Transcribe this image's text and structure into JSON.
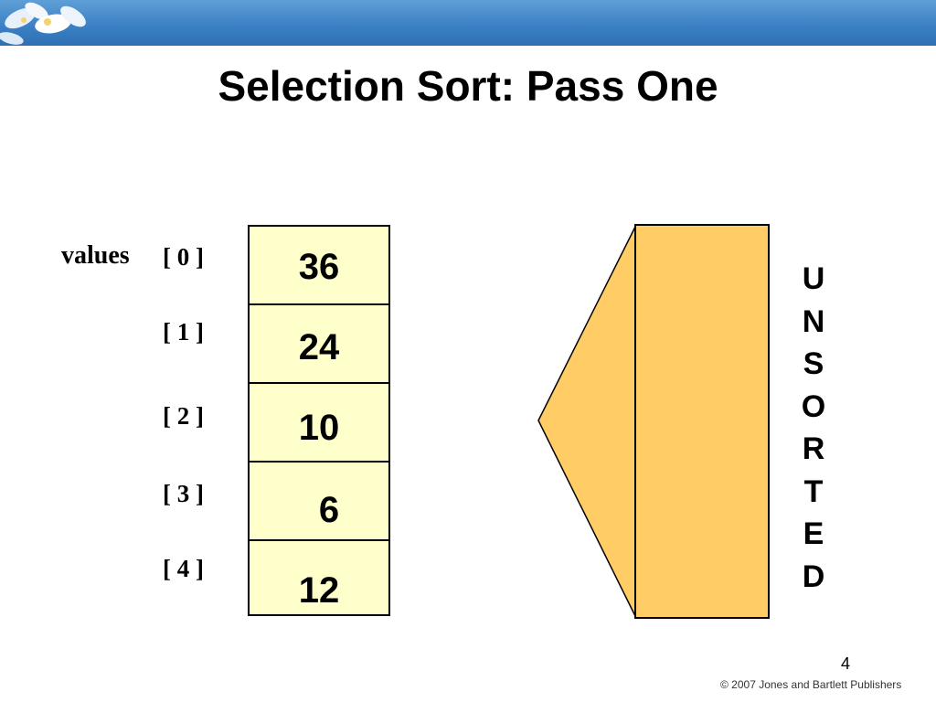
{
  "slide": {
    "title": "Selection Sort: Pass One",
    "page_number": "4",
    "copyright": "© 2007 Jones and Bartlett Publishers"
  },
  "array": {
    "name": "values",
    "indices": [
      "[ 0 ]",
      "[ 1 ]",
      "[ 2 ]",
      "[ 3 ]",
      "[ 4 ]"
    ],
    "values": [
      "36",
      "24",
      "10",
      "6",
      "12"
    ]
  },
  "region": {
    "letters": [
      "U",
      "N",
      "S",
      "O",
      "R",
      "T",
      "E",
      "D"
    ]
  },
  "colors": {
    "array_fill": "#ffffcc",
    "region_fill": "#ffcc66",
    "header_band": "#3a7fc4"
  }
}
